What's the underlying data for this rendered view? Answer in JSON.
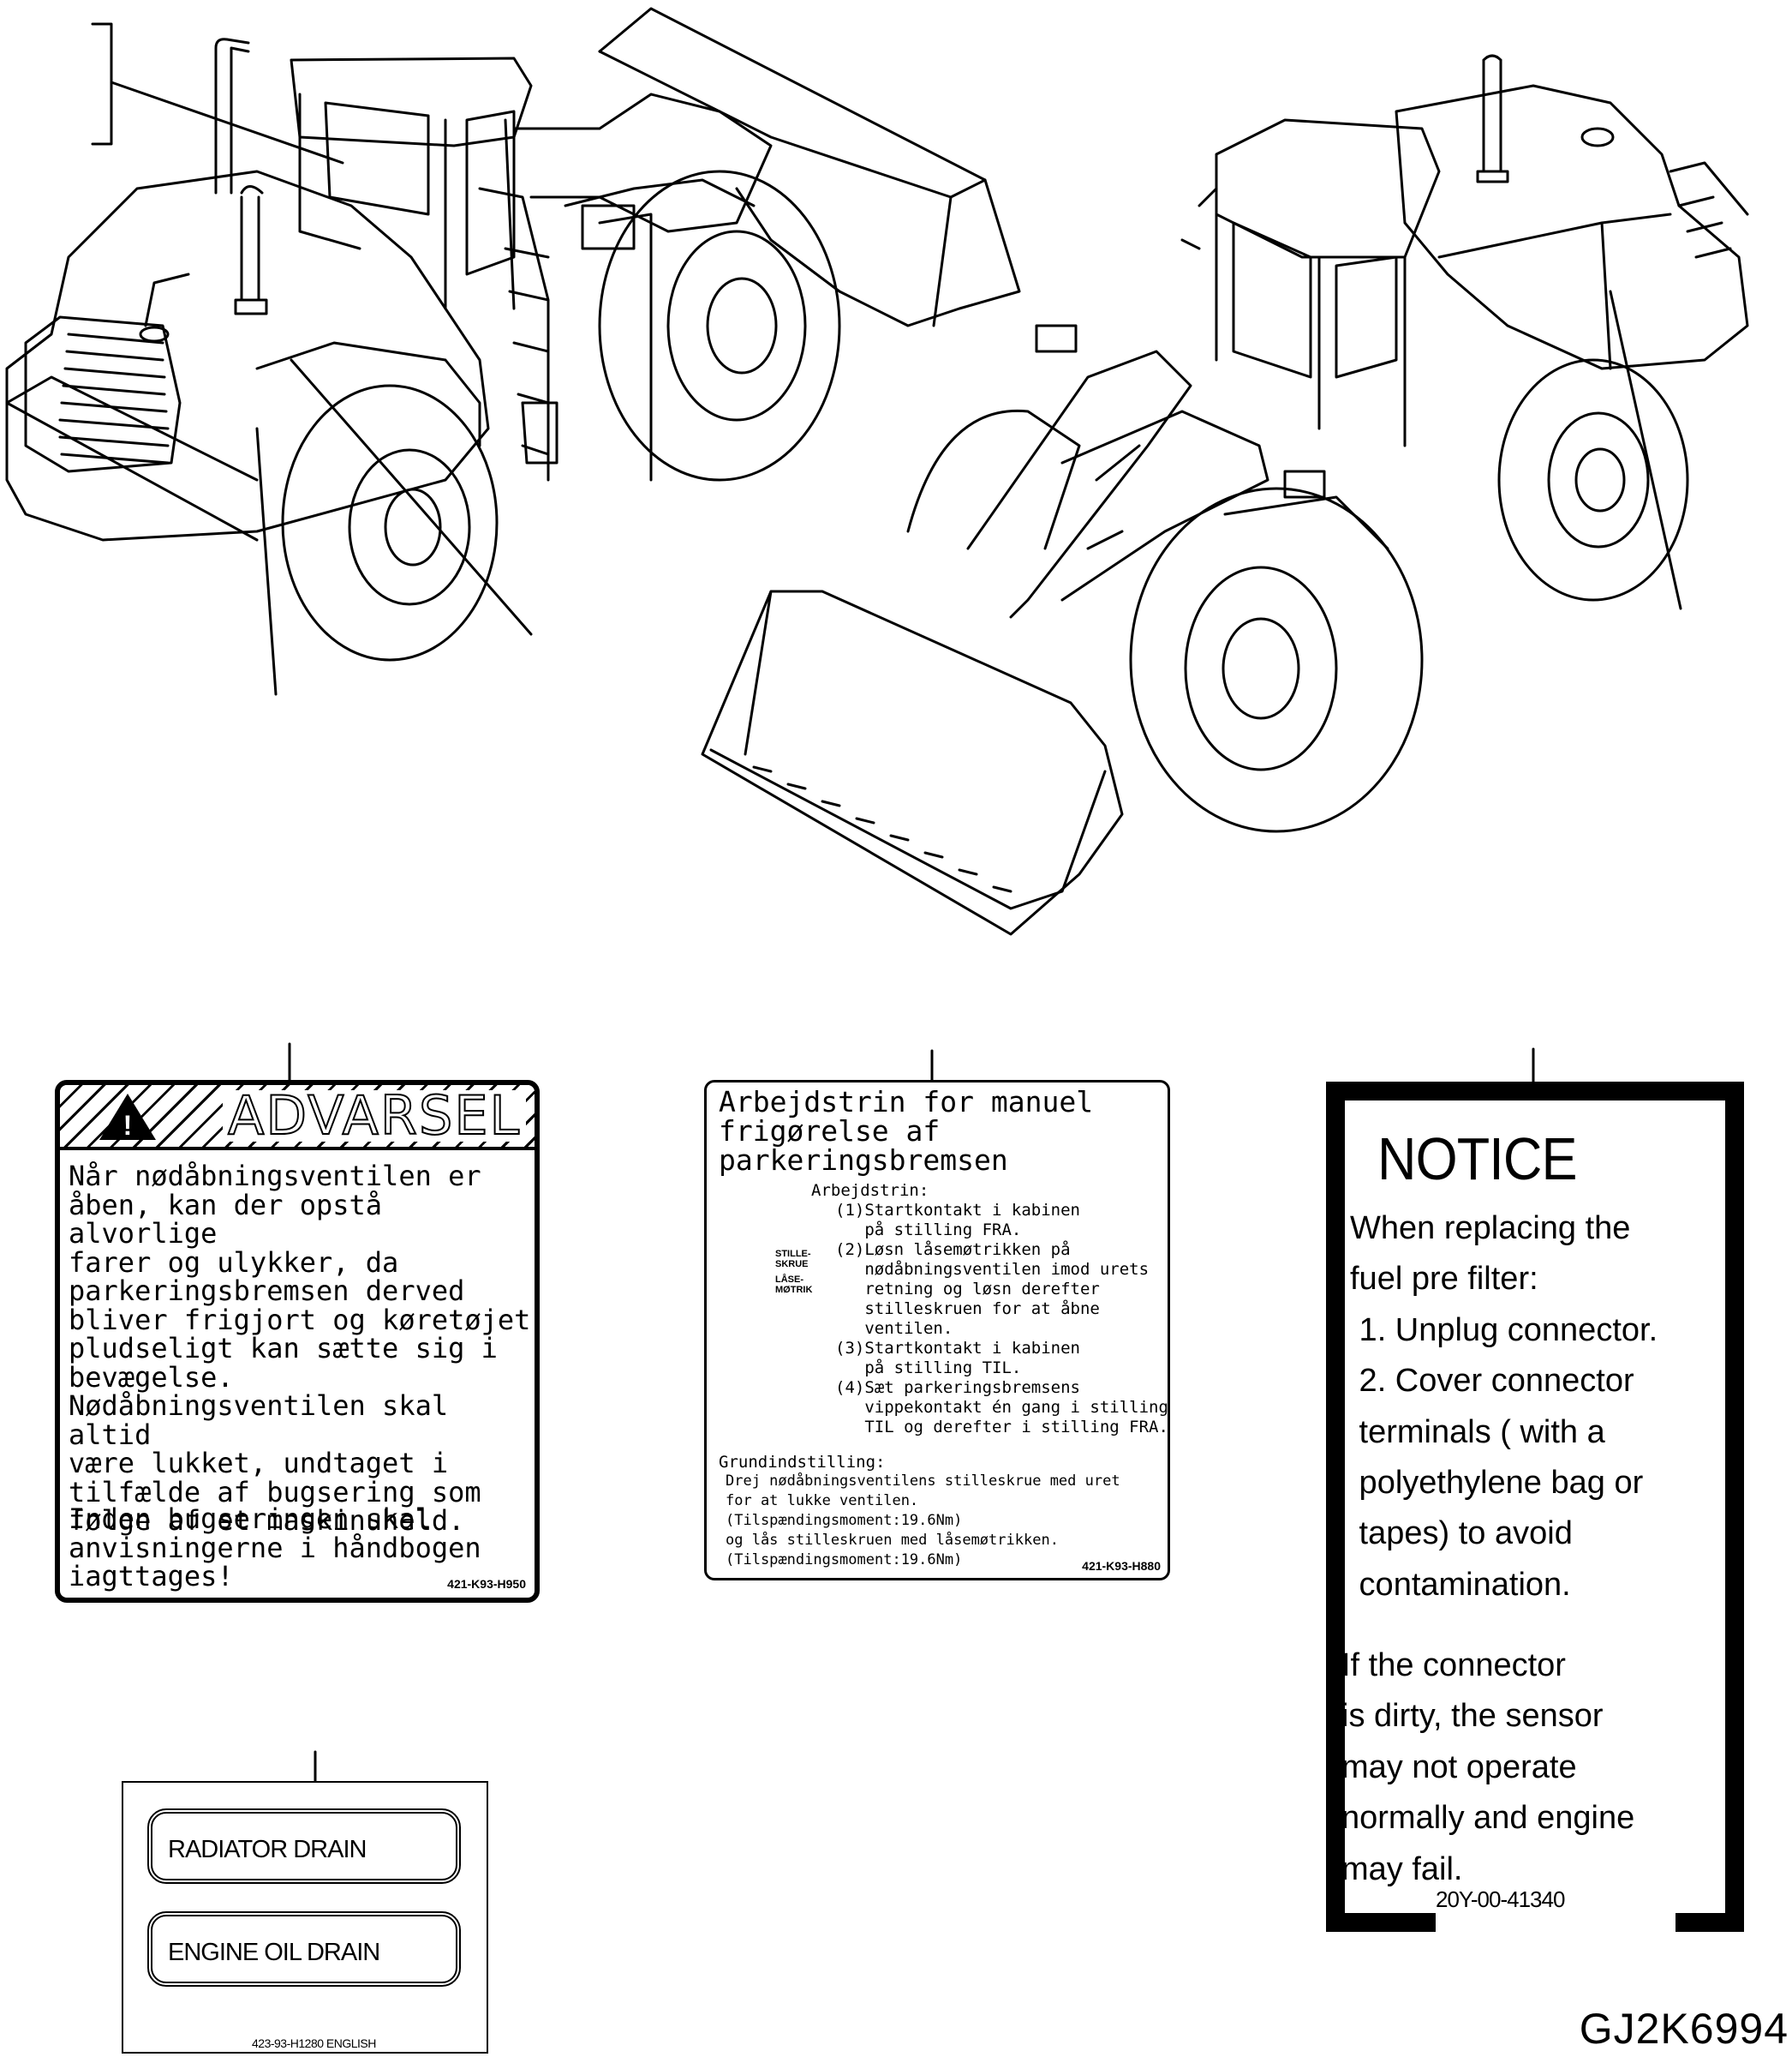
{
  "labels": {
    "advarsel": {
      "title": "ADVARSEL",
      "paragraph1": "Når nødåbningsventilen er\nåben, kan der opstå alvorlige\nfarer og ulykker, da\nparkeringsbremsen derved\nbliver frigjort og køretøjet\npludseligt kan sætte sig i\nbevægelse.\nNødåbningsventilen skal altid\nvære lukket, undtaget i\ntilfælde af bugsering som\nfølge af et maskinuheld.",
      "paragraph2": "Inden bugseringen skal\nanvisningerne i håndbogen\niagttages!",
      "code": "421-K93-H950"
    },
    "arbejdstrin": {
      "title": "Arbejdstrin for manuel\nfrigørelse af\nparkeringsbremsen",
      "steps_heading": "Arbejdstrin:",
      "steps": "(1)Startkontakt i kabinen\n   på stilling FRA.\n(2)Løsn låsemøtrikken på\n   nødåbningsventilen imod urets\n   retning og løsn derefter\n   stilleskruen for at åbne\n   ventilen.\n(3)Startkontakt i kabinen\n   på stilling TIL.\n(4)Sæt parkeringsbremsens\n   vippekontakt én gang i stilling\n   TIL og derefter i stilling FRA.",
      "icon_label1": "STILLE-\nSKRUE",
      "icon_label2": "LÅSE-\nMØTRIK",
      "grund_heading": "Grundindstilling:",
      "grund": "Drej nødåbningsventilens stilleskrue med uret\nfor at lukke ventilen.\n(Tilspændingsmoment:19.6Nm)\nog lås stilleskruen med låsemøtrikken.\n(Tilspændingsmoment:19.6Nm)",
      "code": "421-K93-H880"
    },
    "notice": {
      "title": "NOTICE",
      "paragraph1": "When replacing the\nfuel pre filter:\n 1. Unplug connector.\n 2. Cover connector\n terminals ( with a\n polyethylene bag or\n tapes) to avoid\n contamination.",
      "paragraph2": "If the connector\nis dirty, the sensor\nmay not operate\nnormally and engine\nmay fail.",
      "code": "20Y-00-41340"
    },
    "drain": {
      "radiator": "RADIATOR DRAIN",
      "engine_oil": "ENGINE OIL DRAIN",
      "code": "423-93-H1280 ENGLISH"
    }
  },
  "drawing_code": "GJ2K6994"
}
